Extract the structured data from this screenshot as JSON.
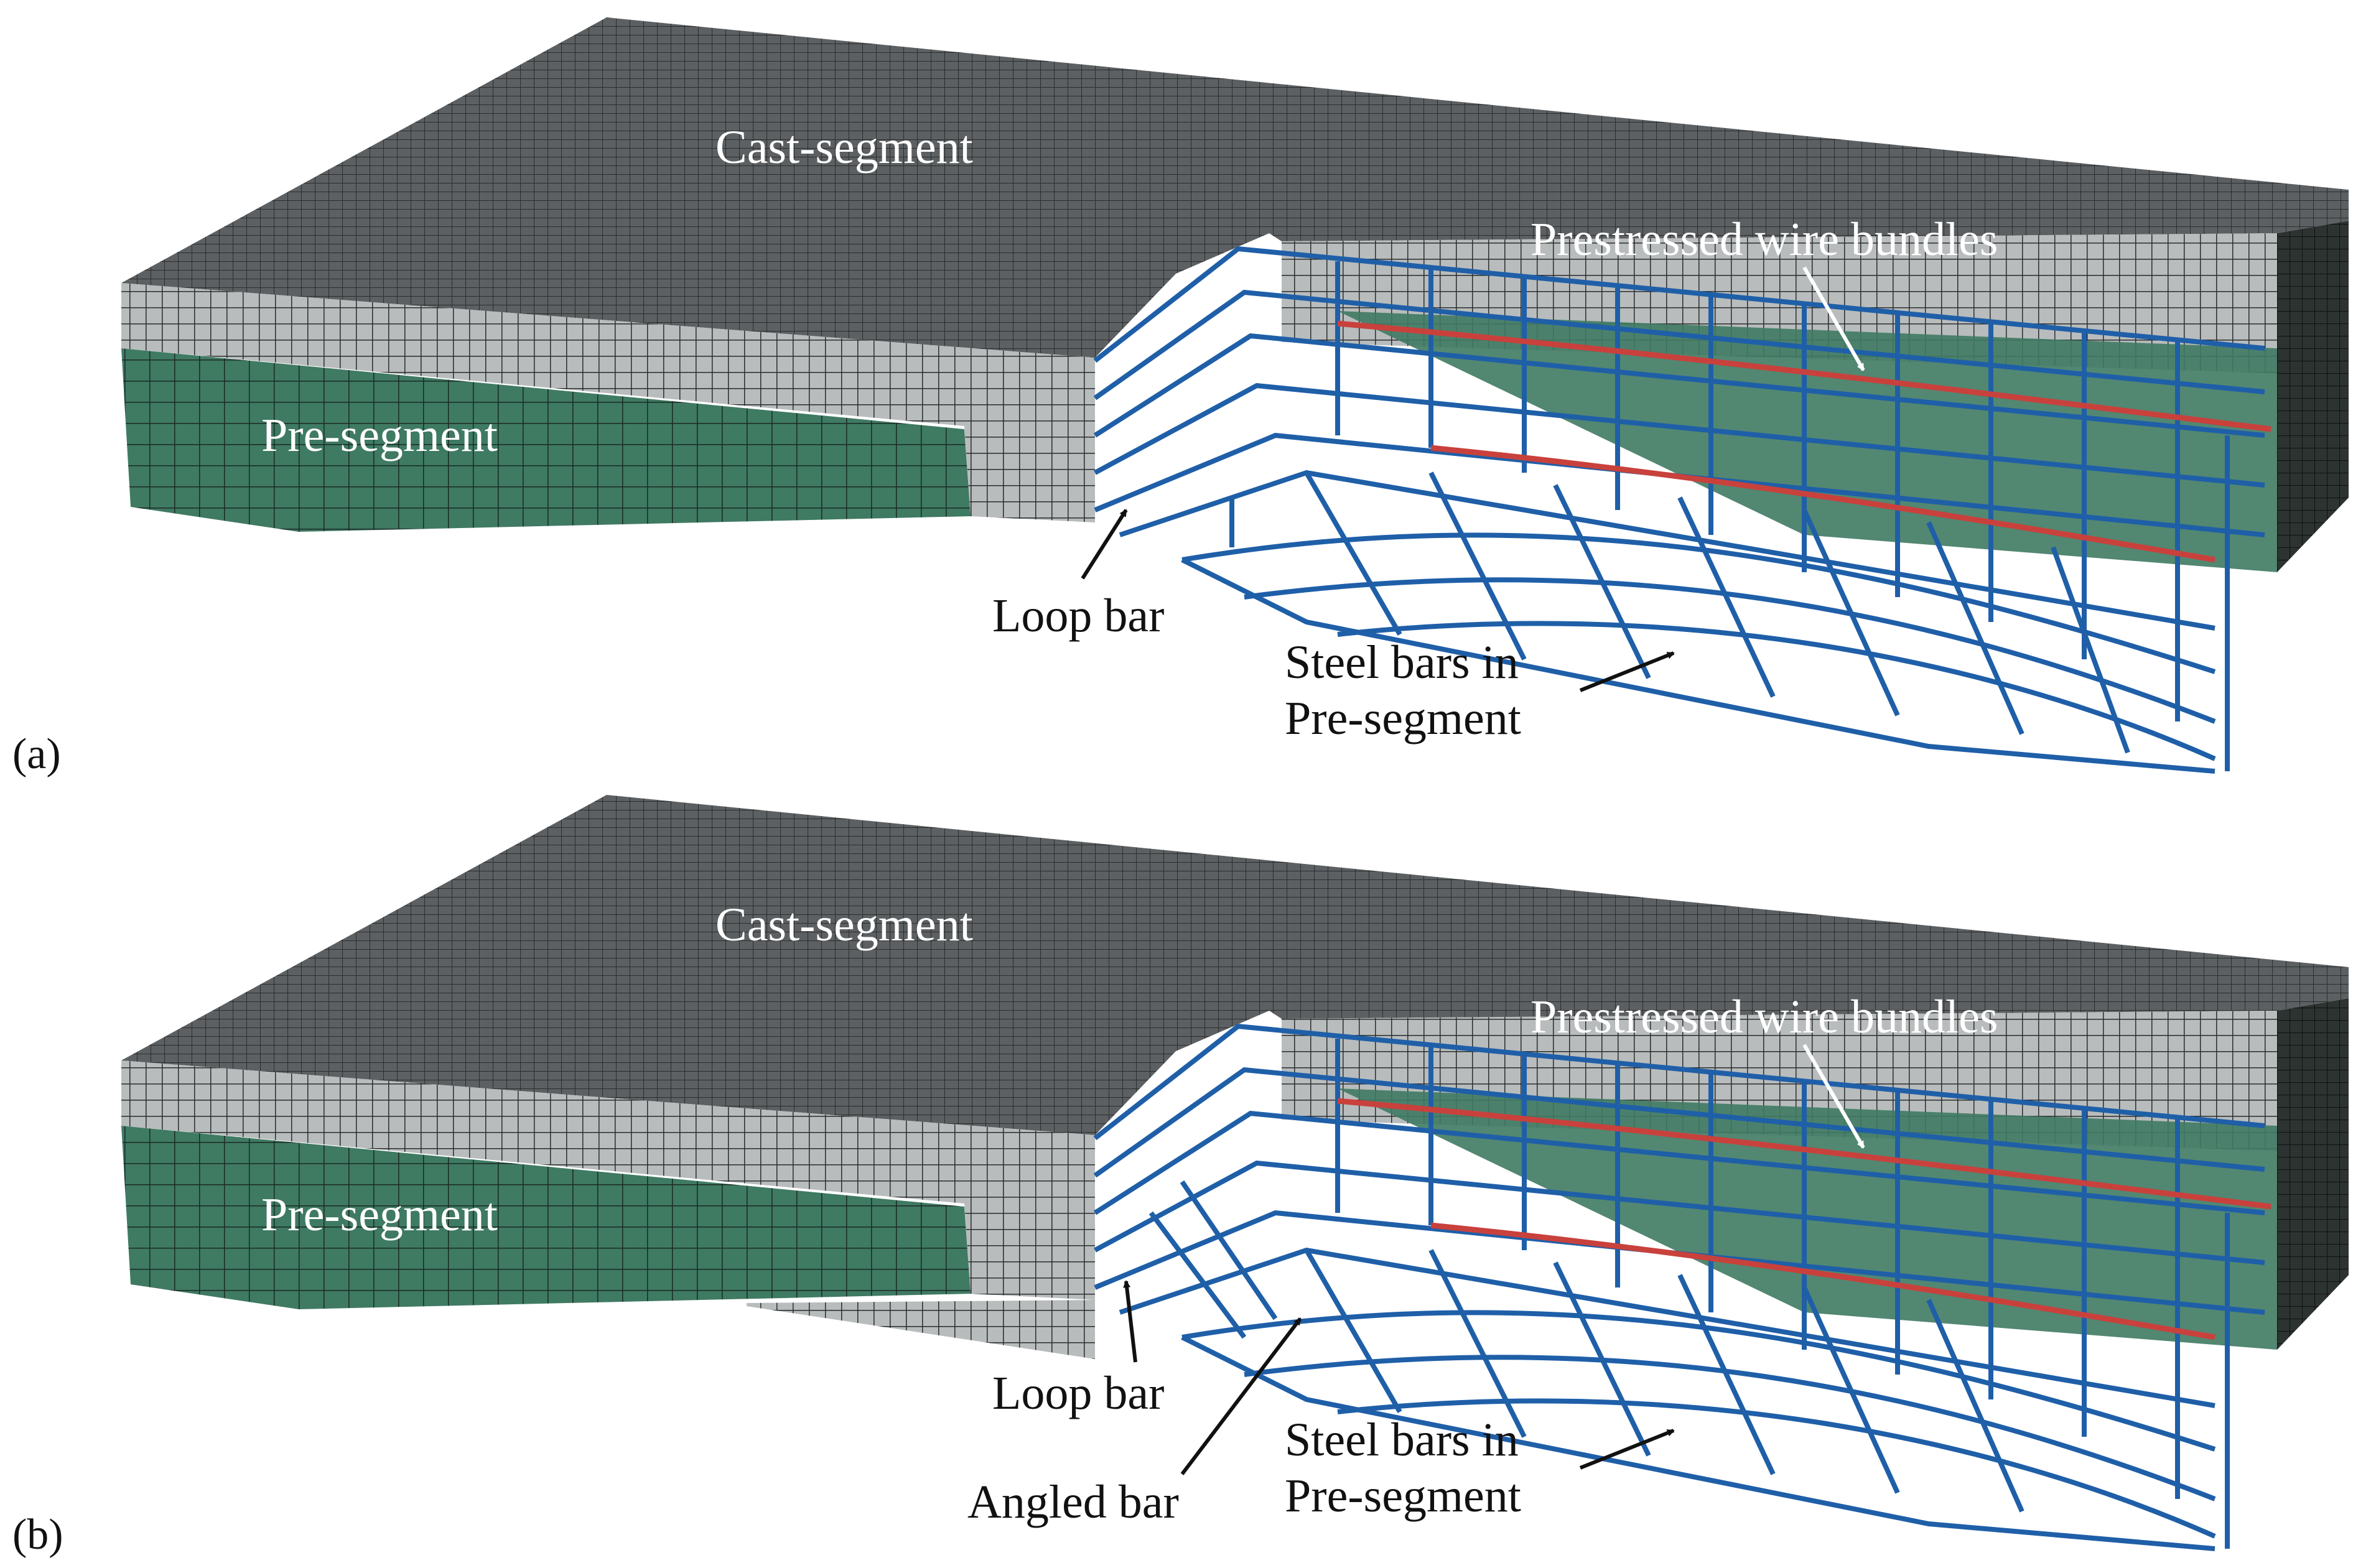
{
  "panels": [
    {
      "tag": "(a)",
      "labels": {
        "cast_segment": "Cast-segment",
        "pre_segment": "Pre-segment",
        "prestressed": "Prestressed wire bundles",
        "loop_bar": "Loop bar",
        "steel_bars_line1": "Steel bars in",
        "steel_bars_line2": "Pre-segment"
      }
    },
    {
      "tag": "(b)",
      "labels": {
        "cast_segment": "Cast-segment",
        "pre_segment": "Pre-segment",
        "prestressed": "Prestressed wire bundles",
        "loop_bar": "Loop bar",
        "angled_bar": "Angled bar",
        "steel_bars_line1": "Steel bars in",
        "steel_bars_line2": "Pre-segment"
      }
    }
  ],
  "colors": {
    "top_surface": "#5d6062",
    "side_light": "#b8bcbc",
    "pre_segment_fill": "#3f7a63",
    "mesh_line": "#1c1f1f",
    "rebar": "#1f5fa8",
    "tendon": "#c9413c",
    "right_face": "#2c3331"
  }
}
